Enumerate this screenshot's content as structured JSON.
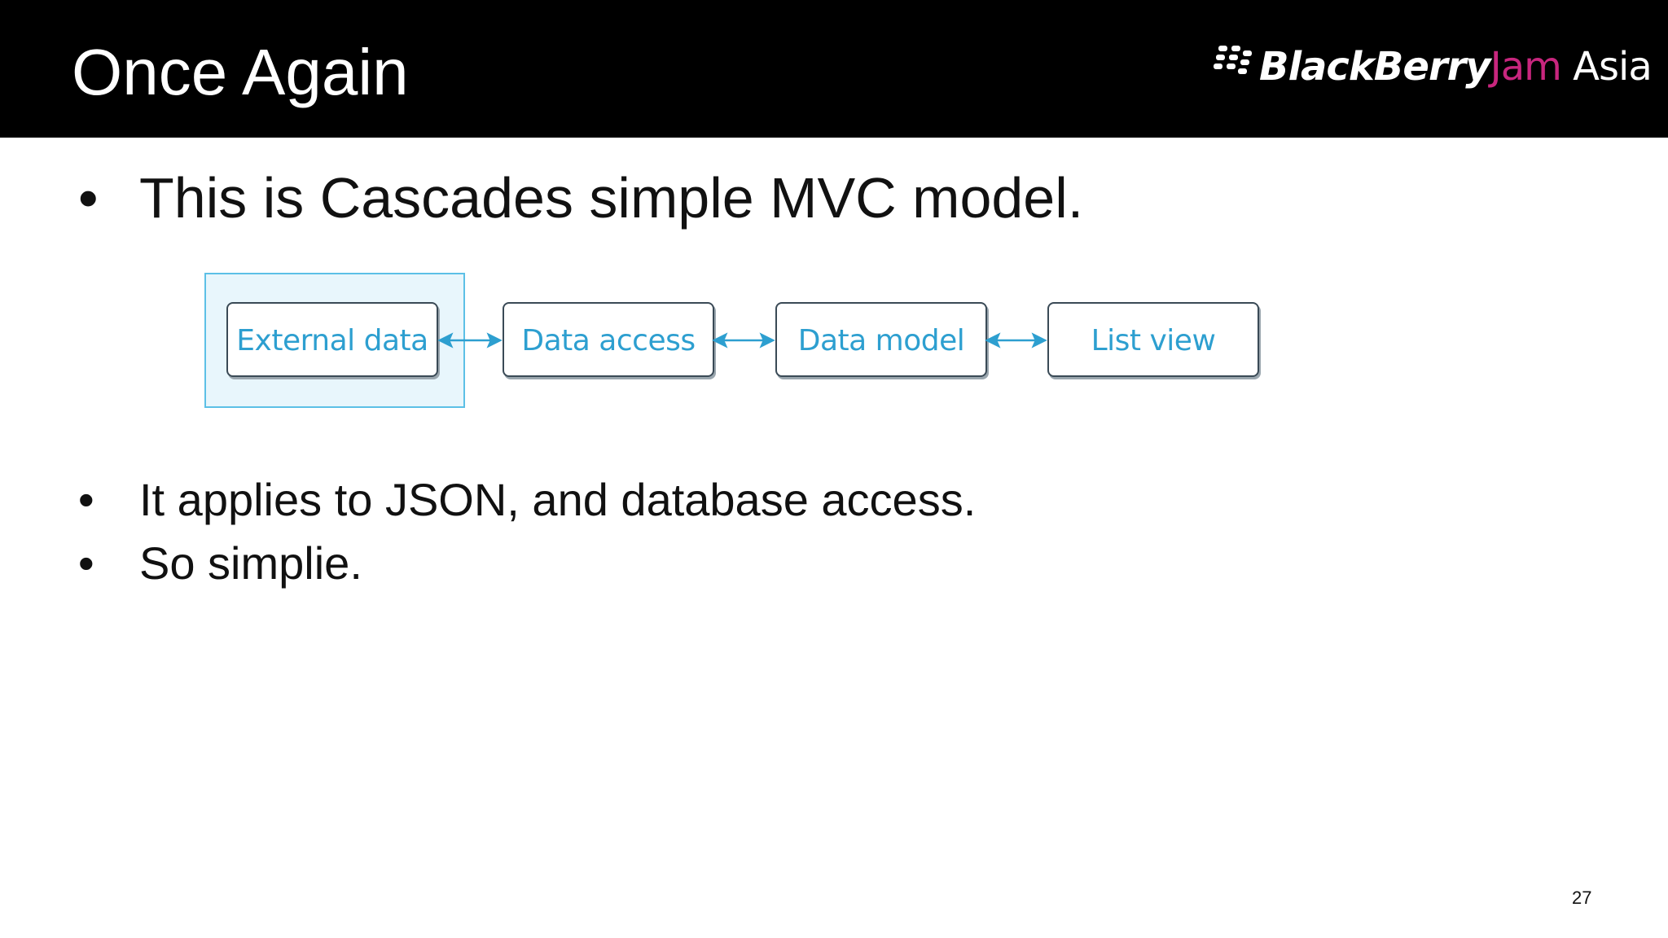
{
  "slide": {
    "title": "Once Again",
    "page_number": "27"
  },
  "logo": {
    "brand": "BlackBerry",
    "jam": "Jam",
    "region": "Asia",
    "icon": "blackberry-logo-icon",
    "jam_color": "#c8267e"
  },
  "bullets": [
    "This is Cascades simple MVC model.",
    "It applies to JSON, and database access.",
    "So simplie."
  ],
  "diagram": {
    "nodes": [
      "External data",
      "Data access",
      "Data model",
      "List view"
    ],
    "node_text_color": "#2d9fd0",
    "highlight_color": "#e8f6fc",
    "arrow_color": "#2d9fd0"
  }
}
